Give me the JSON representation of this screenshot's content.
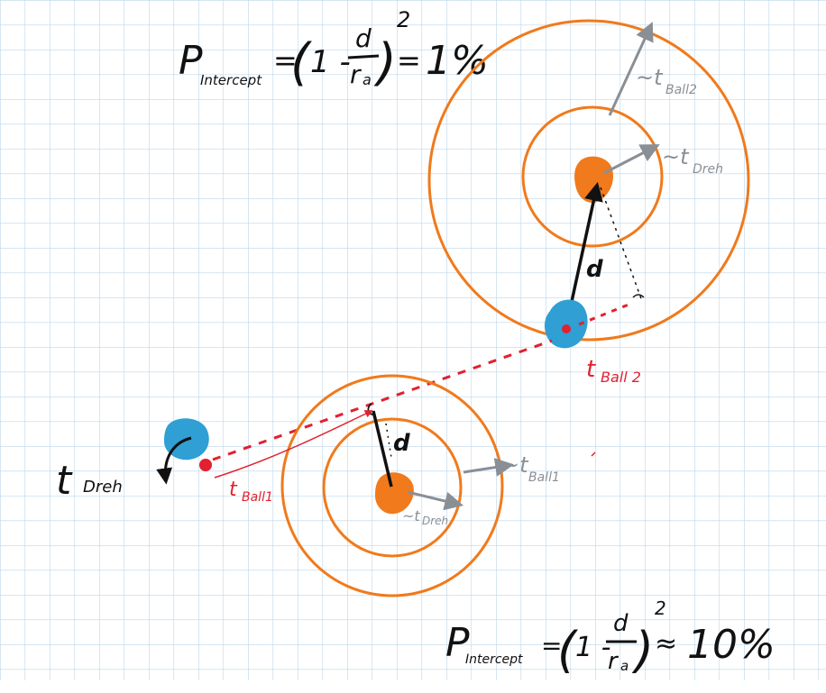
{
  "formula_top": {
    "lhs_main": "P",
    "lhs_sub": "Intercept",
    "eq1": "=",
    "open_paren": "(",
    "one_minus": "1 -",
    "frac_num": "d",
    "frac_den_main": "r",
    "frac_den_sub": "a",
    "close_paren": ")",
    "exponent": "2",
    "eq2": "=",
    "result": "1%"
  },
  "formula_bottom": {
    "lhs_main": "P",
    "lhs_sub": "Intercept",
    "eq1": "=",
    "open_paren": "(",
    "one_minus": "1 -",
    "frac_num": "d",
    "frac_den_main": "r",
    "frac_den_sub": "a",
    "close_paren": ")",
    "exponent": "2",
    "approx": "≈",
    "result": "10%"
  },
  "labels": {
    "t_ball2_top": {
      "prefix": "~t",
      "sub": "Ball2"
    },
    "t_dreh_top": {
      "prefix": "~t",
      "sub": "Dreh"
    },
    "d_top": "d",
    "t_ball2_red": {
      "prefix": "t",
      "sub": "Ball 2"
    },
    "d_bottom": "d",
    "t_ball1_gray": {
      "prefix": "~t",
      "sub": "Ball1"
    },
    "t_dreh_bottom": {
      "prefix": "~t",
      "sub": "Dreh"
    },
    "t_dreh_left": {
      "prefix": "t",
      "sub": "Dreh"
    },
    "t_ball1_red": {
      "prefix": "t",
      "sub": "Ball1"
    }
  },
  "colors": {
    "grid": "#bcd6ea",
    "orange": "#f07a1c",
    "blue": "#2f9fd4",
    "red": "#e2202f",
    "gray": "#8a8f96",
    "ink": "#111111"
  }
}
